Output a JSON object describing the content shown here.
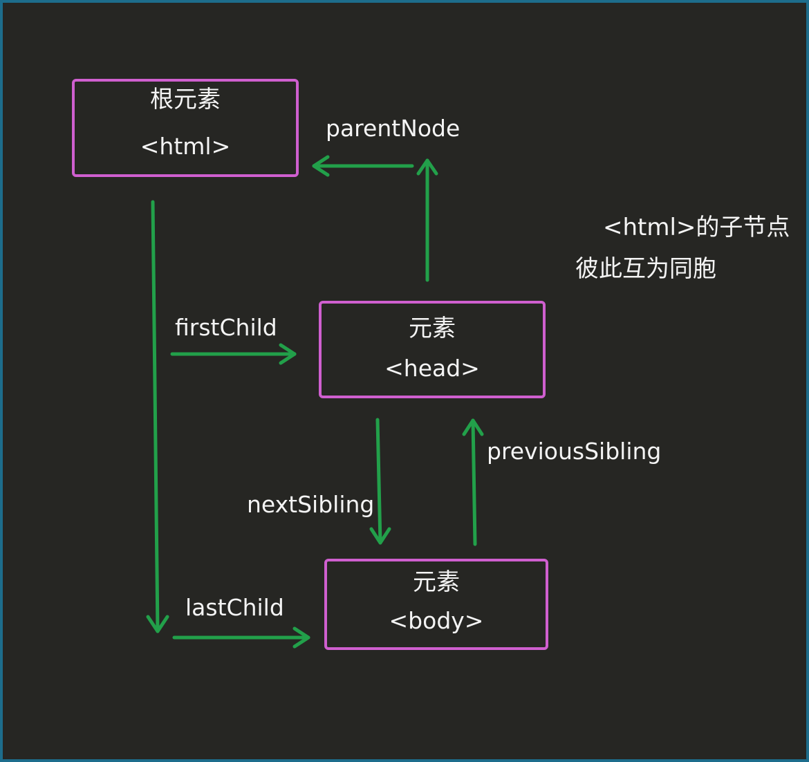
{
  "nodes": {
    "root": {
      "title": "根元素",
      "tag": "<html>"
    },
    "head": {
      "title": "元素",
      "tag": "<head>"
    },
    "body": {
      "title": "元素",
      "tag": "<body>"
    }
  },
  "edges": {
    "parent_node": "parentNode",
    "first_child": "firstChild",
    "last_child": "lastChild",
    "next_sibling": "nextSibling",
    "previous_sibling": "previousSibling"
  },
  "note": {
    "line1": "<html>的子节点",
    "line2": "彼此互为同胞"
  },
  "colors": {
    "background": "#262623",
    "frame": "#1d6d8c",
    "node_border": "#cf5fcf",
    "arrow": "#22a04a",
    "text": "#f4f4f4"
  }
}
